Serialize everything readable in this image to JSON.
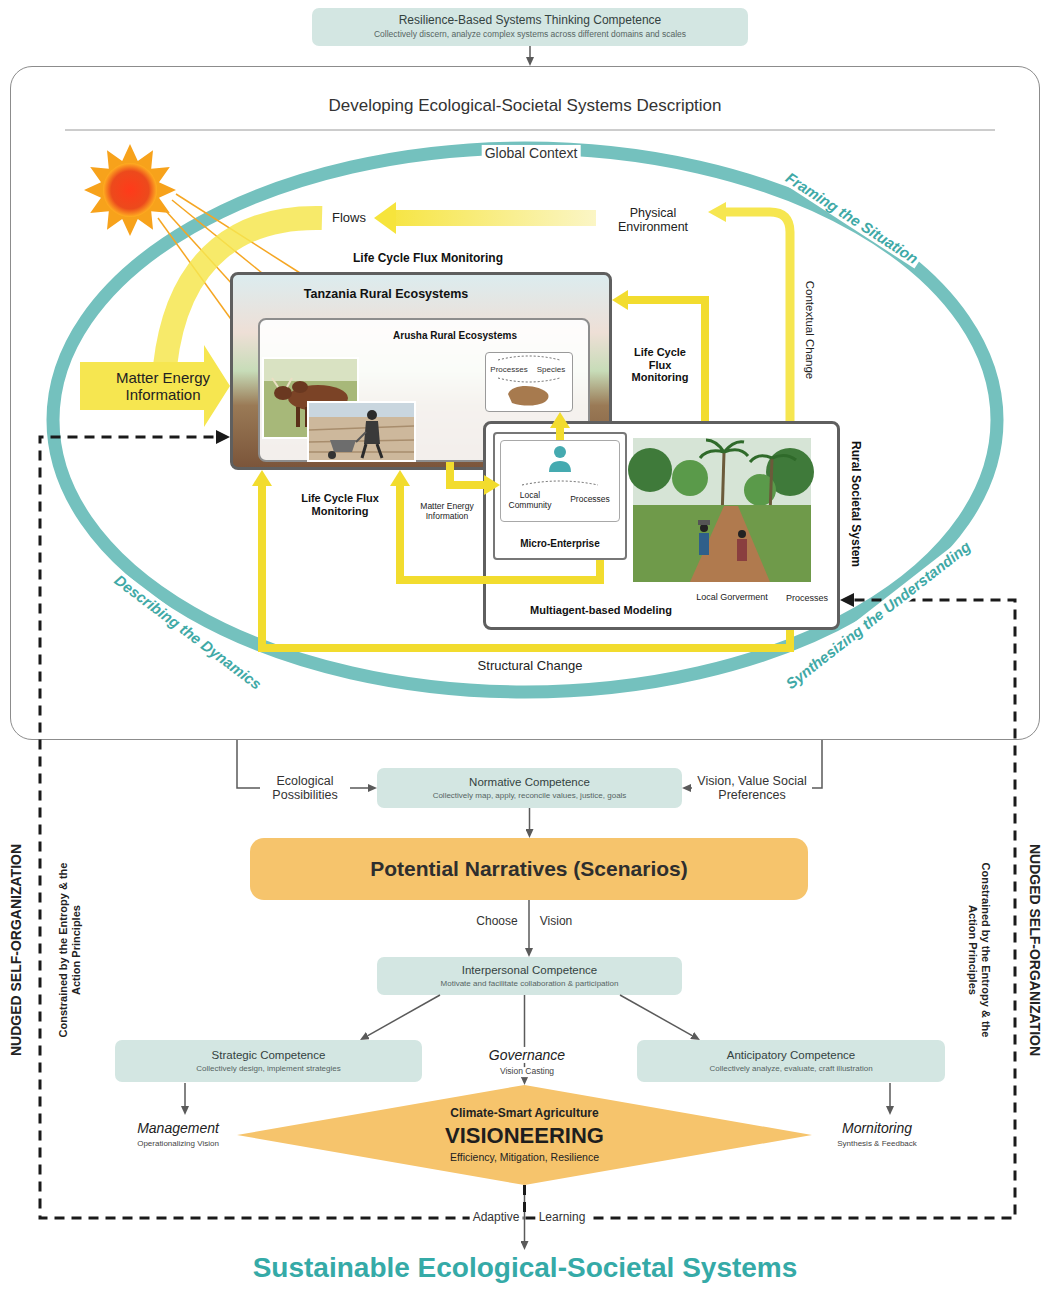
{
  "diagram": {
    "nodes": [
      {
        "text": [
          "Resilience-Based Systems Thinking Competence",
          "Collectively discern, analyze complex systems across different domains and scales"
        ]
      },
      {
        "text": [
          "Developing Ecological-Societal Systems Description"
        ]
      },
      {
        "text": [
          "Tanzania Rural Ecosystems"
        ],
        "in": 1
      },
      {
        "text": [
          "Arusha Rural Ecosystems"
        ],
        "in": 2
      },
      {
        "text": [
          "Processes",
          "Species"
        ],
        "in": 3
      },
      {
        "text": [
          "Rural Societal System",
          "Multiagent-based Modeling",
          "Local Gorverment",
          "Processes"
        ],
        "in": 1
      },
      {
        "text": [
          "Micro-Enterprise"
        ],
        "in": 5
      },
      {
        "text": [
          "Local Community",
          "Processes"
        ],
        "in": 6
      },
      {
        "text": [
          "Normative Competence",
          "Collectively map, apply, reconcile values, justice, goals"
        ]
      },
      {
        "text": [
          "Potential Narratives (Scenarios)"
        ]
      },
      {
        "text": [
          "Interpersonal Competence",
          "Motivate and facilitate collaboration & participation"
        ]
      },
      {
        "text": [
          "Strategic Competence",
          "Collectively design, implement strategies"
        ]
      },
      {
        "text": [
          "Anticipatory Competence",
          "Collectively analyze, evaluate, craft illustration"
        ]
      },
      {
        "text": [
          "Climate-Smart Agriculture",
          "VISIONEERING",
          "Efficiency, Mitigation, Resilience"
        ]
      }
    ],
    "edges": [
      {
        "from": 0,
        "to": 1,
        "arrow": "to"
      },
      {
        "from": 3,
        "to": 7,
        "label": "Matter Energy Information",
        "arrow": "to"
      },
      {
        "from": 7,
        "to": 4,
        "arrow": "to"
      },
      {
        "from": 5,
        "to": 2,
        "label": "Life Cycle Flux Monitoring",
        "arrow": "to"
      },
      {
        "from": 6,
        "to": 2,
        "label": "Life Cycle Flux Monitoring",
        "arrow": "to"
      },
      {
        "from": 5,
        "to": 2,
        "label": "Structural Change",
        "arrow": "to"
      },
      {
        "from": 1,
        "to": 8,
        "label": "Ecological Possibilities",
        "arrow": "to"
      },
      {
        "from": 1,
        "to": 8,
        "label": "Vision, Value Social Preferences",
        "arrow": "to"
      },
      {
        "from": 8,
        "to": 9,
        "arrow": "to"
      },
      {
        "from": 9,
        "to": 10,
        "arrow": "to"
      },
      {
        "from": 10,
        "to": 11,
        "arrow": "to"
      },
      {
        "from": 10,
        "to": 13,
        "arrow": "to"
      },
      {
        "from": 10,
        "to": 12,
        "arrow": "to"
      },
      {
        "from": 13,
        "to": 2,
        "arrow": "to"
      },
      {
        "from": 13,
        "to": 5,
        "arrow": "to"
      }
    ],
    "labels": [
      "Global Context",
      "Framing the Situation",
      "Describing the Dynamics",
      "Synthesizing the Understanding",
      "Flows",
      "Physical Environment",
      "Matter Energy Information",
      "Life Cycle Flux Monitoring",
      "Contextual Change",
      "Choose",
      "Vision",
      "Governance",
      "Vision Casting",
      "Management",
      "Operationalizing Vision",
      "Mornitoring",
      "Synthesis & Feedback",
      "Adaptive",
      "Learning",
      "Sustainable Ecological-Societal Systems",
      "NUDGED SELF-ORGANIZATION",
      "Constrained by the Entropy & the Action Principles",
      "NUDGED SELF-ORGANIZATION",
      "Constrained by the Entropy & the Action Principles"
    ]
  }
}
